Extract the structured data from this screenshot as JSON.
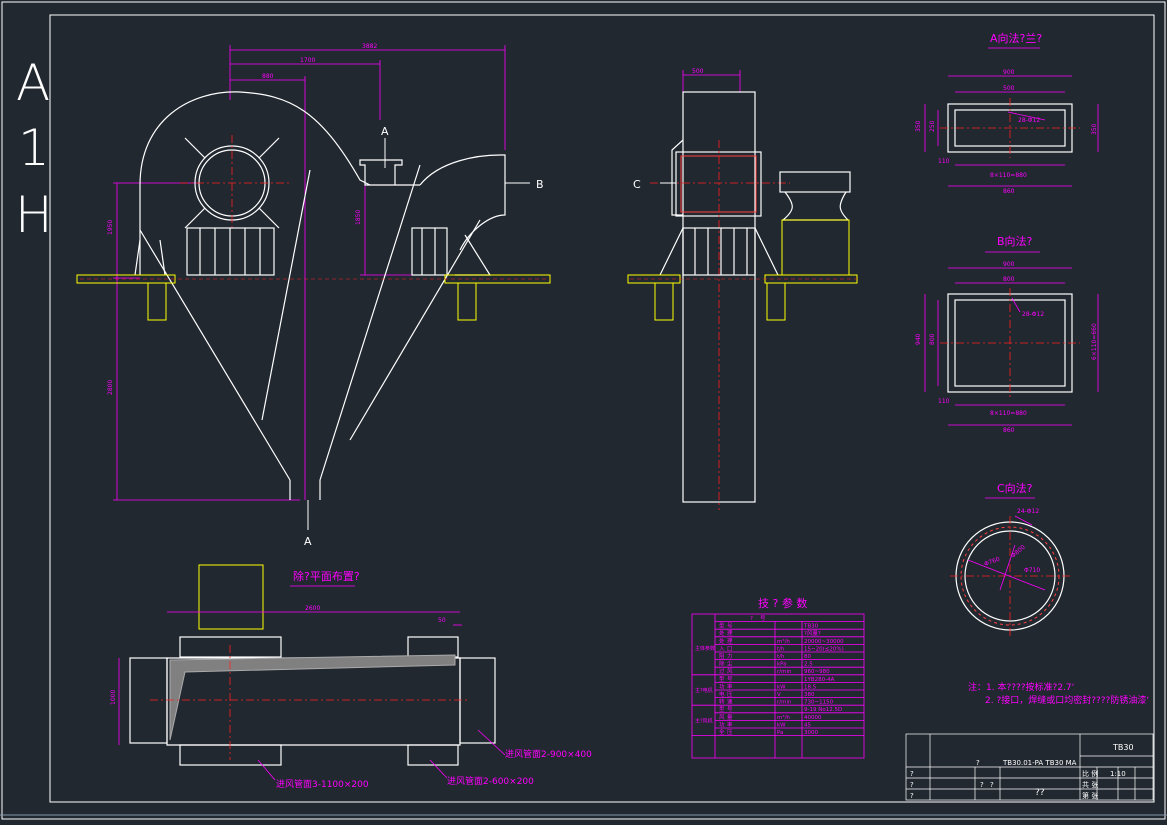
{
  "sheet": {
    "size_label": [
      "A",
      "1",
      "H"
    ]
  },
  "front_view": {
    "dims": {
      "total_w": "3882",
      "w1": "1700",
      "w2": "880",
      "h_left": "1950",
      "h_mid": "1850",
      "h_low": "2800"
    },
    "section_mark_top": "A",
    "section_mark_bottom": "A",
    "outlet_mark": "B"
  },
  "side_view": {
    "dim_top": "500",
    "inlet_mark": "C"
  },
  "view_a": {
    "title": "A向法?兰?",
    "dims": {
      "outer_w": "900",
      "inner_w": "500",
      "left_h": "350",
      "left_h2": "250",
      "right_h": "350",
      "bolts": "28-Φ12",
      "spacing_b": "8×110=880",
      "spacing_s": "110",
      "bottom_w": "860"
    }
  },
  "view_b": {
    "title": "B向法?",
    "dims": {
      "outer_w": "900",
      "inner_w": "800",
      "left_h": "940",
      "left_h2": "800",
      "bolts": "28-Φ12",
      "right": "6×110=660",
      "spacing_b": "8×110=880",
      "spacing_s": "110",
      "bottom_w": "860"
    }
  },
  "view_c": {
    "title": "C向法?",
    "bolts": "24-Φ12",
    "d1": "Φ760",
    "d2": "Φ800",
    "d3": "Φ710"
  },
  "plan_view": {
    "title": "除?平面布置?",
    "dims": {
      "total": "2600",
      "gap": "50",
      "left_h": "1000"
    },
    "callout1": "进风管面3-1100×200",
    "callout2": "进风管面2-900×400",
    "callout3": "进风管面2-600×200"
  },
  "params_table": {
    "title": "技 ? 参 数",
    "header": [
      "?",
      "号"
    ],
    "groups": [
      {
        "label": "主体参数",
        "rows": [
          [
            "型",
            "号",
            "",
            "TB30"
          ],
          [
            "处",
            "理",
            "",
            "?风量?"
          ],
          [
            "处",
            "理",
            "m³/h",
            "20000~30000"
          ],
          [
            "入",
            "口",
            "t/h",
            "15~20(≤20%)"
          ],
          [
            "阻",
            "力",
            "t/h",
            "80"
          ],
          [
            "除",
            "尘",
            "kPa",
            "2.5"
          ],
          [
            "过",
            "风",
            "r/min",
            "960~980"
          ]
        ]
      },
      {
        "label": "主?电机",
        "rows": [
          [
            "型",
            "号",
            "",
            "1YB280-4A"
          ],
          [
            "功",
            "率",
            "kW",
            "18.5"
          ],
          [
            "电",
            "压",
            "V",
            "380"
          ],
          [
            "转",
            "速",
            "r/min",
            "730~1150"
          ]
        ]
      },
      {
        "label": "主?风机",
        "rows": [
          [
            "型",
            "号",
            "",
            "9-19 No12.5D"
          ],
          [
            "风",
            "量",
            "m³/h",
            "40000"
          ],
          [
            "功",
            "率",
            "kW",
            "45"
          ],
          [
            "全",
            "压",
            "Pa",
            "3000"
          ]
        ]
      }
    ]
  },
  "notes": {
    "line1": "注：1. 本????按标准?2.7‘",
    "line2": "2. ?接口，焊缝或口均密封????防锈油漆‘"
  },
  "title_block": {
    "drawing_no": "TB30",
    "scale": "1:10",
    "row1": [
      "?",
      "?"
    ],
    "row2": [
      "?",
      "?"
    ],
    "row3": [
      "?",
      "?"
    ],
    "name": "??",
    "designer": "?",
    "checker": "?",
    "sheet": "?",
    "header_cells": [
      "?",
      "?",
      "TB30.01-PA TB30 MA",
      "?",
      "?"
    ],
    "right_cells": [
      "比 例",
      "共 张",
      "第 张"
    ]
  }
}
